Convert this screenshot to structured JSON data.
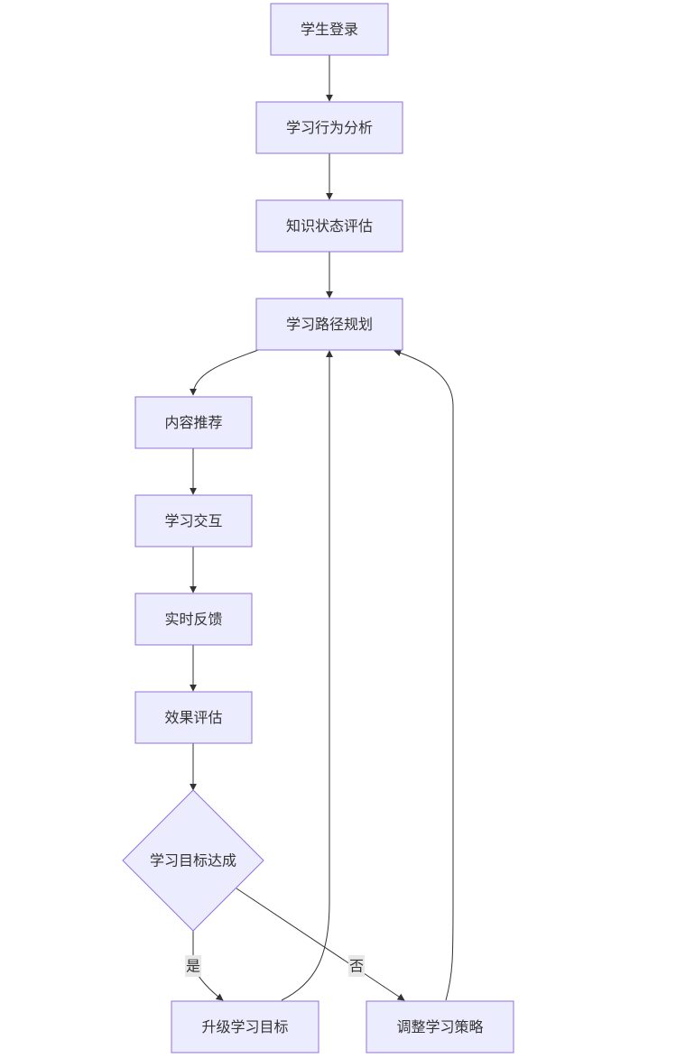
{
  "diagram": {
    "type": "flowchart",
    "colors": {
      "node_fill": "#ECECFF",
      "node_stroke": "#9370DB",
      "edge": "#333333",
      "text": "#333333",
      "edge_label_bg": "#e8e8e8"
    },
    "nodes": {
      "login": "学生登录",
      "behavior_analysis": "学习行为分析",
      "knowledge_assessment": "知识状态评估",
      "path_planning": "学习路径规划",
      "content_recommendation": "内容推荐",
      "learning_interaction": "学习交互",
      "realtime_feedback": "实时反馈",
      "effect_evaluation": "效果评估",
      "goal_reached": "学习目标达成",
      "upgrade_goal": "升级学习目标",
      "adjust_strategy": "调整学习策略"
    },
    "edges": [
      {
        "from": "login",
        "to": "behavior_analysis",
        "label": ""
      },
      {
        "from": "behavior_analysis",
        "to": "knowledge_assessment",
        "label": ""
      },
      {
        "from": "knowledge_assessment",
        "to": "path_planning",
        "label": ""
      },
      {
        "from": "path_planning",
        "to": "content_recommendation",
        "label": ""
      },
      {
        "from": "content_recommendation",
        "to": "learning_interaction",
        "label": ""
      },
      {
        "from": "learning_interaction",
        "to": "realtime_feedback",
        "label": ""
      },
      {
        "from": "realtime_feedback",
        "to": "effect_evaluation",
        "label": ""
      },
      {
        "from": "effect_evaluation",
        "to": "goal_reached",
        "label": ""
      },
      {
        "from": "goal_reached",
        "to": "upgrade_goal",
        "label": "是"
      },
      {
        "from": "goal_reached",
        "to": "adjust_strategy",
        "label": "否"
      },
      {
        "from": "upgrade_goal",
        "to": "path_planning",
        "label": ""
      },
      {
        "from": "adjust_strategy",
        "to": "path_planning",
        "label": ""
      }
    ],
    "edge_labels": {
      "yes": "是",
      "no": "否"
    }
  }
}
